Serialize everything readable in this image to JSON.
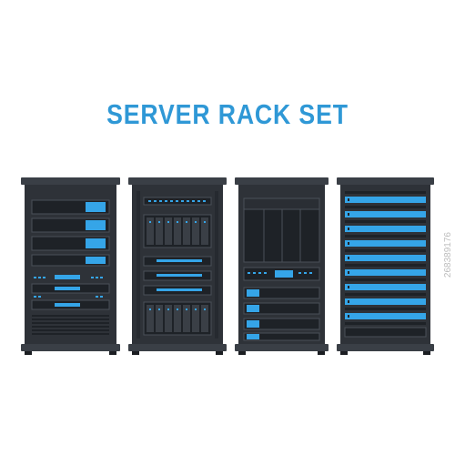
{
  "title": "SERVER RACK SET",
  "stock_id": "268389176",
  "colors": {
    "frame": "#2e3238",
    "frame_dark": "#262a30",
    "cap": "#3a3f46",
    "slot": "#1e2227",
    "slot_line": "#4a5058",
    "accent": "#35a5e8",
    "accent_dark": "#2186c4",
    "title": "#2f98d6"
  },
  "racks": [
    {
      "name": "rack-1",
      "style": "storage-drives"
    },
    {
      "name": "rack-2",
      "style": "disk-array"
    },
    {
      "name": "rack-3",
      "style": "display-panel"
    },
    {
      "name": "rack-4",
      "style": "blade-stack"
    }
  ]
}
